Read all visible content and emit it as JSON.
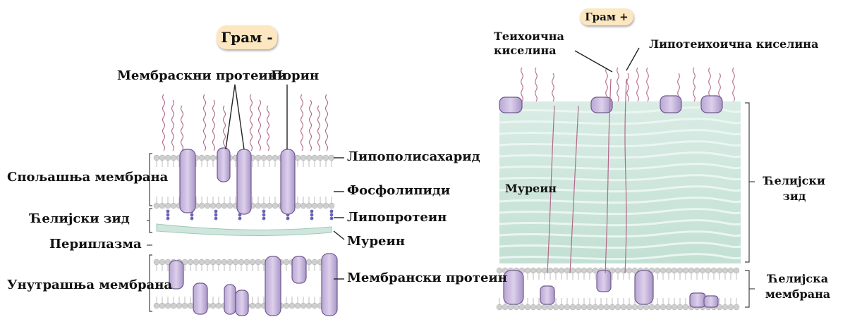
{
  "gram_negative": {
    "title": "Грам -",
    "labels": {
      "membrane_proteins_top": "Мембраскни протеини",
      "porin": "Порин",
      "lipopolysaccharide": "Липополисахарид",
      "phospholipids": "Фосфолипиди",
      "lipoprotein": "Липопротеин",
      "murein": "Муреин",
      "membrane_proteins_bottom": "Мембрански протеин",
      "outer_membrane": "Спољашња мембрана",
      "cell_wall": "Ћелијски зид",
      "periplasm": "Периплазма",
      "inner_membrane": "Унутрашња мембрана"
    }
  },
  "gram_positive": {
    "title": "Грам +",
    "labels": {
      "teichoic_acid_line1": "Теихоична",
      "teichoic_acid_line2": "киселина",
      "lipoteichoic_acid": "Липотеихоична киселина",
      "murein": "Муреин",
      "cell_wall_line1": "Ћелијски",
      "cell_wall_line2": "зид",
      "cell_membrane_line1": "Ћелијска",
      "cell_membrane_line2": "мембрана"
    }
  },
  "colors": {
    "protein_fill": "#c6b4dc",
    "protein_stroke": "#6e5a8e",
    "lps_strand": "#b06a8a",
    "lipid_head": "#cfcfcf",
    "murein_fill": "#cfe6dd",
    "murein_stroke": "#9fc8b8",
    "label_pill": "#fde7c0"
  }
}
